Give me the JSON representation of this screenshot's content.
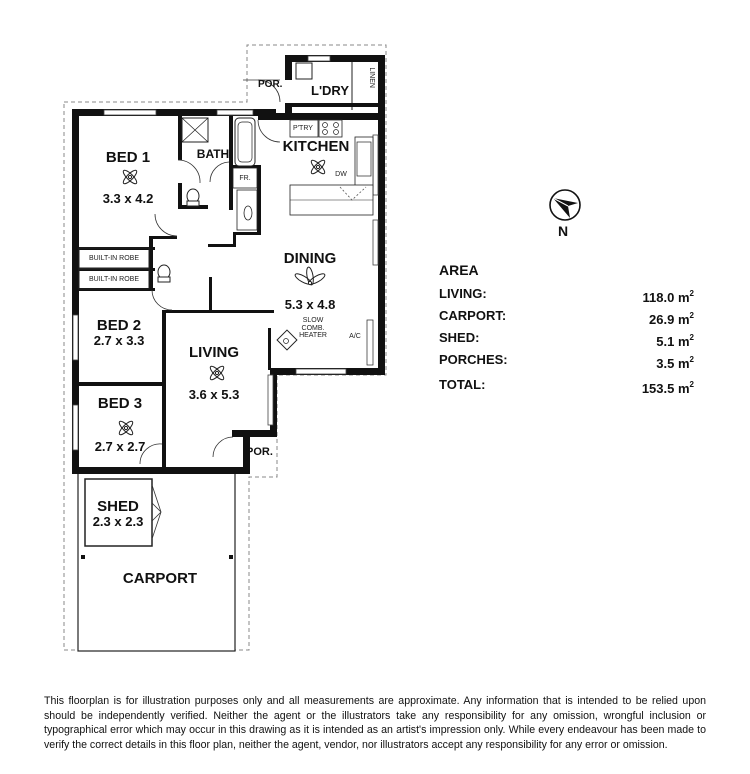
{
  "rooms": {
    "bed1": {
      "name": "BED 1",
      "dims": "3.3 x 4.2"
    },
    "bath": {
      "name": "BATH"
    },
    "laundry": {
      "name": "L'DRY",
      "linen": "LINEN"
    },
    "porch_rear": {
      "name": "POR."
    },
    "kitchen": {
      "name": "KITCHEN",
      "pantry": "P'TRY",
      "dishwasher": "DW",
      "fridge": "FR."
    },
    "robe1": {
      "name": "BUILT-IN ROBE"
    },
    "robe2": {
      "name": "BUILT-IN ROBE"
    },
    "dining": {
      "name": "DINING",
      "dims": "5.3 x 4.8",
      "heater": "SLOW COMB. HEATER",
      "ac": "A/C"
    },
    "bed2": {
      "name": "BED 2",
      "dims": "2.7 x 3.3"
    },
    "living": {
      "name": "LIVING",
      "dims": "3.6 x 5.3"
    },
    "bed3": {
      "name": "BED 3",
      "dims": "2.7 x 2.7"
    },
    "porch_front": {
      "name": "POR."
    },
    "shed": {
      "name": "SHED",
      "dims": "2.3 x 2.3"
    },
    "carport": {
      "name": "CARPORT"
    }
  },
  "compass": {
    "label": "N"
  },
  "area": {
    "title": "AREA",
    "unit": "m",
    "unit_sup": "2",
    "rows": [
      {
        "label": "LIVING:",
        "value": "118.0"
      },
      {
        "label": "CARPORT:",
        "value": "26.9"
      },
      {
        "label": "SHED:",
        "value": "5.1"
      },
      {
        "label": "PORCHES:",
        "value": "3.5"
      }
    ],
    "total": {
      "label": "TOTAL:",
      "value": "153.5"
    }
  },
  "disclaimer": "This floorplan is for illustration purposes only and all measurements are approximate. Any information that is intended to be relied upon should be independently verified. Neither the agent or the illustrators take any responsibility for any omission, wrongful inclusion or typographical error which may occur in this drawing as it is intended as an artist's impression only. While every endeavour has been made to verify the correct details in this floor plan, neither the agent, vendor, nor illustrators accept any responsibility for any error or omission."
}
